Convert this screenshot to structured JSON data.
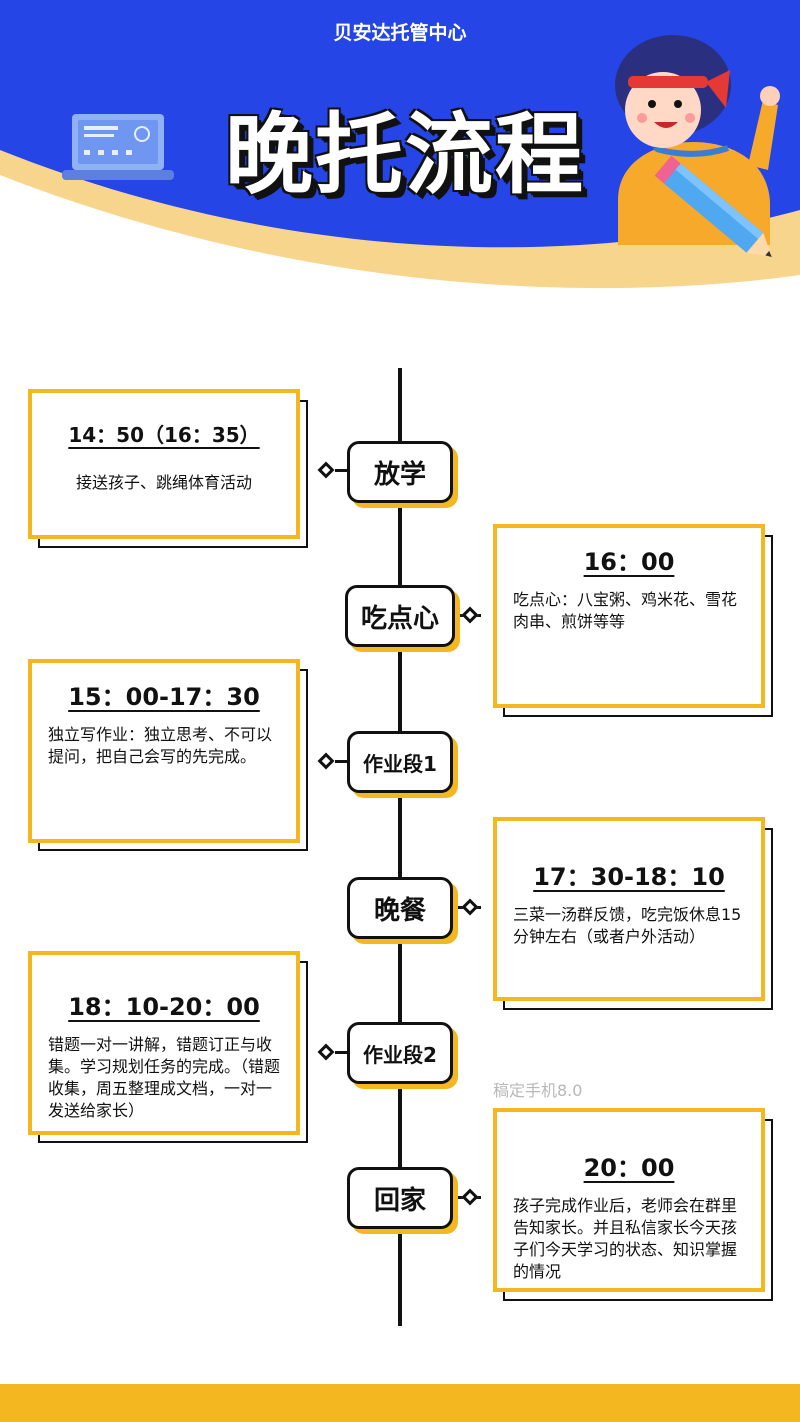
{
  "header": {
    "center_name": "贝安达托管中心",
    "title": "晚托流程"
  },
  "colors": {
    "blue": "#2545e6",
    "yellow": "#f4b71f",
    "cream": "#f8d58d",
    "ink": "#111111"
  },
  "timeline": [
    {
      "node": "放学",
      "time": "14：50（16：35）",
      "desc": "接送孩子、跳绳体育活动"
    },
    {
      "node": "吃点心",
      "time": "16：00",
      "desc": "吃点心：八宝粥、鸡米花、雪花肉串、煎饼等等"
    },
    {
      "node": "作业段1",
      "time": "15：00-17：30",
      "desc": "独立写作业：独立思考、不可以提问，把自己会写的先完成。"
    },
    {
      "node": "晚餐",
      "time": "17：30-18：10",
      "desc": "三菜一汤群反馈，吃完饭休息15分钟左右（或者户外活动）"
    },
    {
      "node": "作业段2",
      "time": "18：10-20：00",
      "desc": "错题一对一讲解，错题订正与收集。学习规划任务的完成。（错题收集，周五整理成文档，一对一发送给家长）"
    },
    {
      "node": "回家",
      "time": "20：00",
      "desc": "孩子完成作业后，老师会在群里告知家长。并且私信家长今天孩子们今天学习的状态、知识掌握的情况"
    }
  ],
  "watermark": "稿定手机8.0"
}
